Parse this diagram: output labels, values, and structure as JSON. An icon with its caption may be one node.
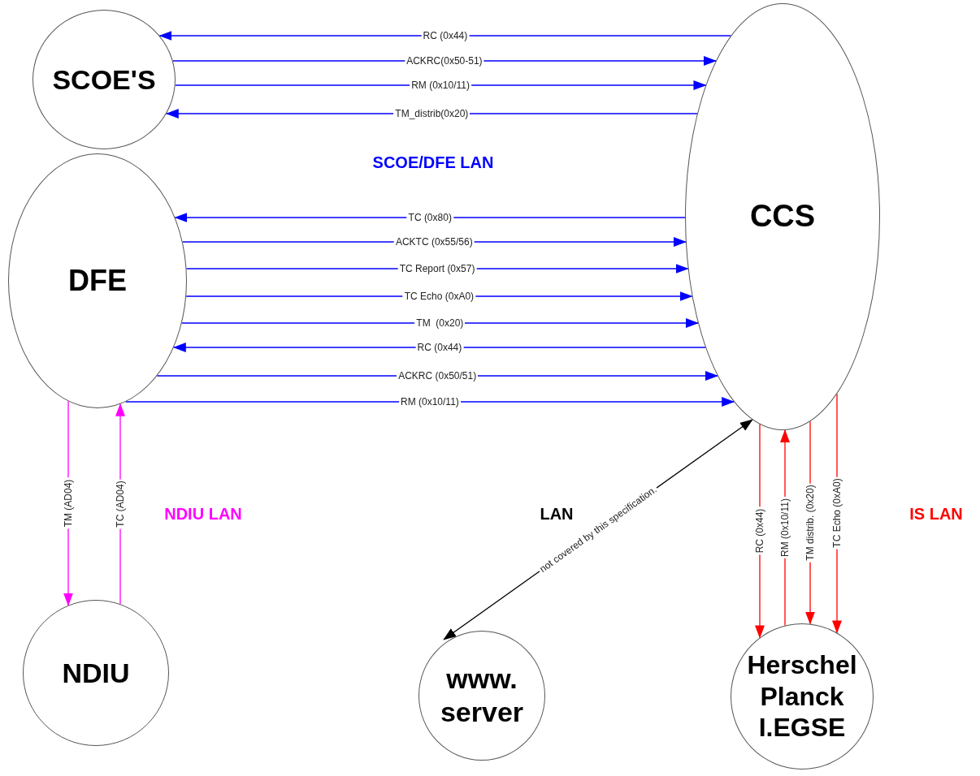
{
  "diagram": {
    "nodes": [
      {
        "text": [
          "SCOE'S"
        ]
      },
      {
        "text": [
          "CCS"
        ]
      },
      {
        "text": [
          "DFE"
        ]
      },
      {
        "text": [
          "NDIU"
        ]
      },
      {
        "text": [
          "www. server"
        ]
      },
      {
        "text": [
          "Herschel Planck I.EGSE"
        ]
      }
    ],
    "edges": [
      {
        "from": 1,
        "to": 0,
        "arrow": "to",
        "label": "RC (0x44)"
      },
      {
        "from": 0,
        "to": 1,
        "arrow": "to",
        "label": "ACKRC(0x50-51)"
      },
      {
        "from": 0,
        "to": 1,
        "arrow": "to",
        "label": "RM (0x10/11)"
      },
      {
        "from": 1,
        "to": 0,
        "arrow": "to",
        "label": "TM_distrib(0x20)"
      },
      {
        "from": 1,
        "to": 2,
        "arrow": "to",
        "label": "TC (0x80)"
      },
      {
        "from": 2,
        "to": 1,
        "arrow": "to",
        "label": "ACKTC (0x55/56)"
      },
      {
        "from": 2,
        "to": 1,
        "arrow": "to",
        "label": "TC Report (0x57)"
      },
      {
        "from": 2,
        "to": 1,
        "arrow": "to",
        "label": "TC Echo (0xA0)"
      },
      {
        "from": 2,
        "to": 1,
        "arrow": "to",
        "label": "TM  (0x20)"
      },
      {
        "from": 1,
        "to": 2,
        "arrow": "to",
        "label": "RC (0x44)"
      },
      {
        "from": 2,
        "to": 1,
        "arrow": "to",
        "label": "ACKRC (0x50/51)"
      },
      {
        "from": 2,
        "to": 1,
        "arrow": "to",
        "label": "RM (0x10/11)"
      },
      {
        "from": 2,
        "to": 3,
        "arrow": "to",
        "label": "TM (AD04)",
        "color": "#ff00ff"
      },
      {
        "from": 3,
        "to": 2,
        "arrow": "to",
        "label": "TC (AD04)",
        "color": "#ff00ff"
      },
      {
        "from": 1,
        "to": 4,
        "arrow": "both",
        "label": "not covered by this specification.",
        "color": "#000000"
      },
      {
        "from": 1,
        "to": 5,
        "arrow": "to",
        "label": "RC (0x44)",
        "color": "#ff0000"
      },
      {
        "from": 5,
        "to": 1,
        "arrow": "to",
        "label": "RM (0x10/11)",
        "color": "#ff0000"
      },
      {
        "from": 1,
        "to": 5,
        "arrow": "to",
        "label": "TM distrib. (0x20)",
        "color": "#ff0000"
      },
      {
        "from": 1,
        "to": 5,
        "arrow": "to",
        "label": "TC Echo (0xA0)",
        "color": "#ff0000"
      }
    ],
    "labels": [
      "SCOE/DFE LAN",
      "NDIU LAN",
      "LAN",
      "IS LAN"
    ]
  }
}
